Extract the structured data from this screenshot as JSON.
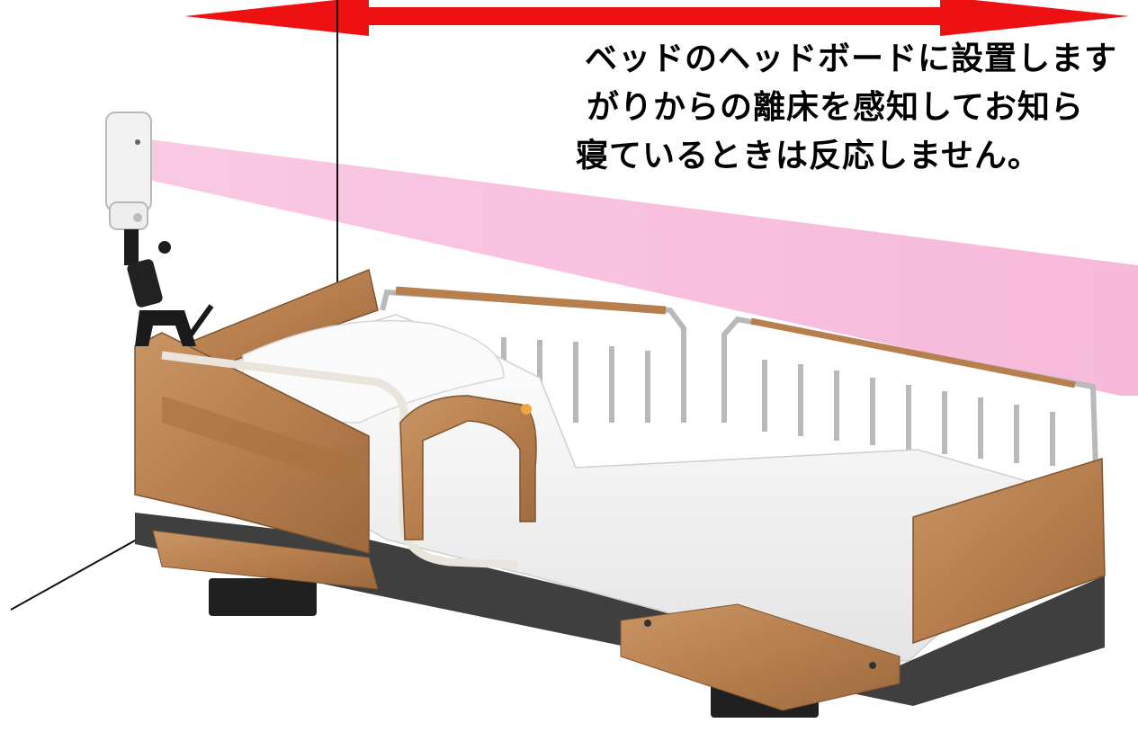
{
  "caption": {
    "line1": "ベッドのヘッドボードに設置します",
    "line2": "がりからの離床を感知してお知ら",
    "line3": "寝ているときは反応しません。"
  },
  "colors": {
    "arrow": "#ee1111",
    "beam": "#f8bfdd",
    "wood": "#b77e4e",
    "mattress": "#f6f6f6",
    "base": "#3f3f3f",
    "rail": "#b9b9b9",
    "sensor": "#f2f2f2"
  },
  "icons": {
    "sensor": "bed-sensor-device",
    "bed": "care-bed",
    "arrow": "double-headed-arrow"
  }
}
